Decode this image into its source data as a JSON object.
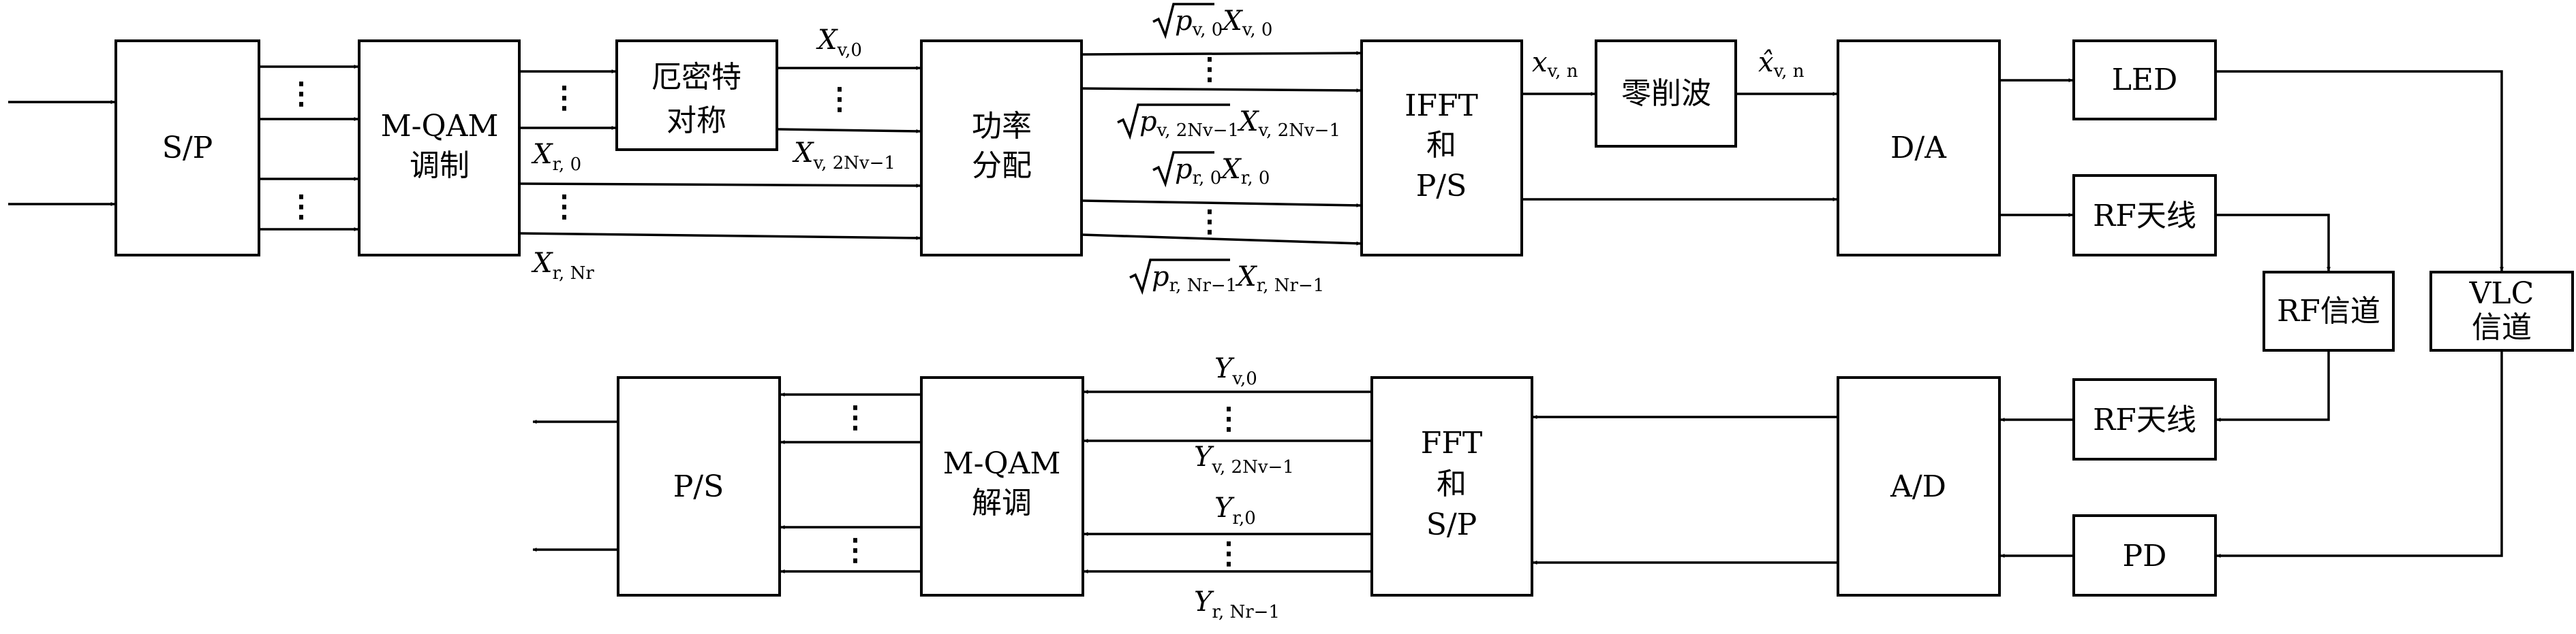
{
  "blocks": {
    "sp": [
      "S/P"
    ],
    "mqam_mod": [
      "M-QAM",
      "调制"
    ],
    "hermitian": [
      "厄密特",
      "对称"
    ],
    "power": [
      "功率",
      "分配"
    ],
    "ifft_ps": [
      "IFFT",
      "和",
      "P/S"
    ],
    "clip": [
      "零削波"
    ],
    "da": [
      "D/A"
    ],
    "led": [
      "LED"
    ],
    "rf_ant_tx": [
      "RF天线"
    ],
    "rf_channel": [
      "RF信道"
    ],
    "vlc_channel": [
      "VLC",
      "信道"
    ],
    "rf_ant_rx": [
      "RF天线"
    ],
    "pd": [
      "PD"
    ],
    "ad": [
      "A/D"
    ],
    "fft_sp": [
      "FFT",
      "和",
      "S/P"
    ],
    "mqam_demod": [
      "M-QAM",
      "解调"
    ],
    "ps": [
      "P/S"
    ]
  },
  "labels": {
    "xv0": {
      "sym": "X",
      "sub": "v,0"
    },
    "xv2nv": {
      "sym": "X",
      "sub": "v, 2Nv−1"
    },
    "xr0": {
      "sym": "X",
      "sub": "r, 0"
    },
    "xrnr": {
      "sym": "X",
      "sub": "r, Nr"
    },
    "pv0": {
      "p": "p",
      "psub": "v, 0",
      "x": "X",
      "xsub": "v, 0"
    },
    "pv2nv": {
      "p": "p",
      "psub": "v, 2Nv−1",
      "x": "X",
      "xsub": "v, 2Nv−1"
    },
    "pr0": {
      "p": "p",
      "psub": "r, 0",
      "x": "X",
      "xsub": "r, 0"
    },
    "prnr": {
      "p": "p",
      "psub": "r, Nr−1",
      "x": "X",
      "xsub": "r, Nr−1"
    },
    "xvn": {
      "sym": "x",
      "sub": "v, n"
    },
    "xhatvn": {
      "sym": "x̂",
      "sub": "v, n"
    },
    "yv0": {
      "sym": "Y",
      "sub": "v,0"
    },
    "yv2nv": {
      "sym": "Y",
      "sub": "v, 2Nv−1"
    },
    "yr0": {
      "sym": "Y",
      "sub": "r,0"
    },
    "yrnr": {
      "sym": "Y",
      "sub": "r, Nr−1"
    }
  },
  "ellipsis": "⋮"
}
